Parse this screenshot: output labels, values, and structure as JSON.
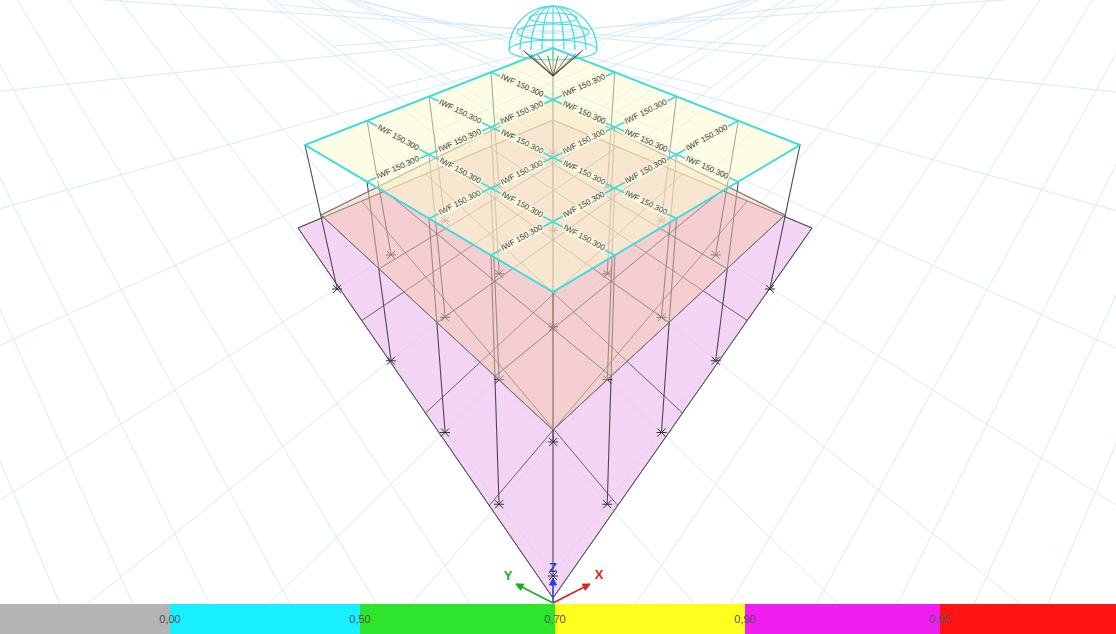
{
  "diagram": {
    "labels": [
      "IWF 150.300",
      "IWF 150.300",
      "IWF 150.300",
      "IWF 150.300",
      "IWF 150.300",
      "IWF 150.300",
      "IWF 150.300",
      "IWF 150.300",
      "IWF 150.300",
      "IWF 150.300",
      "IWF 150.300",
      "IWF 150.300",
      "IWF 150.300",
      "IWF 150.300",
      "IWF 150.300",
      "IWF 150.300",
      "IWF 150.300",
      "IWF 150.300",
      "IWF 150.300",
      "IWF 150.300",
      "IWF 150.300",
      "IWF 150.300",
      "IWF 150.300",
      "IWF 150.300",
      "X",
      "Y",
      "Z",
      "0,00",
      "0,50",
      "0,70",
      "0,90",
      "0,95"
    ]
  }
}
